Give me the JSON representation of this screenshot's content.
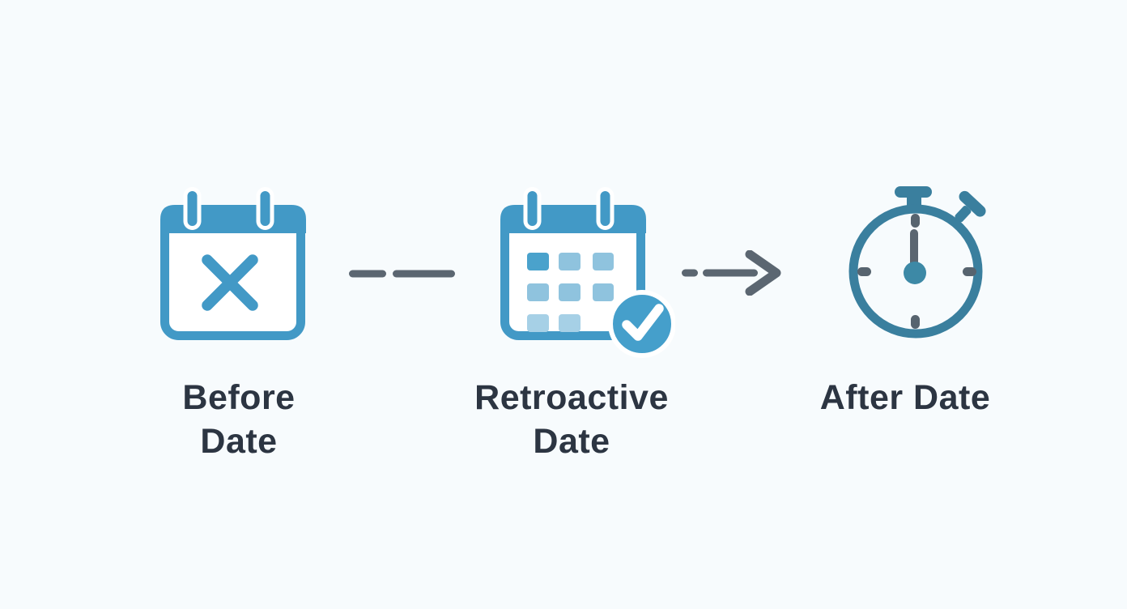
{
  "diagram": {
    "title": "retroactive-date-timeline",
    "background_color": "#f7fbfd",
    "steps": [
      {
        "id": "before-date",
        "label": "Before Date",
        "icon": "calendar-x-icon"
      },
      {
        "id": "retroactive-date",
        "label": "Retroactive Date",
        "icon": "calendar-check-icon"
      },
      {
        "id": "after-date",
        "label": "After Date",
        "icon": "stopwatch-icon"
      }
    ],
    "connectors": [
      {
        "from": "before-date",
        "to": "retroactive-date",
        "style": "dashed-line"
      },
      {
        "from": "retroactive-date",
        "to": "after-date",
        "style": "dashed-arrow"
      }
    ],
    "colors": {
      "calendar_blue": "#4299c6",
      "calendar_grid_dark": "#4aa2cc",
      "calendar_grid_light": "#8fc3de",
      "calendar_grid_lighter": "#a6d0e6",
      "check_badge_blue": "#459fcb",
      "stopwatch_teal": "#3a7f9e",
      "stopwatch_center_dot": "#3d89a6",
      "tick_gray": "#57646f",
      "connector_gray": "#5b6671",
      "label_text": "#2c3542"
    }
  }
}
